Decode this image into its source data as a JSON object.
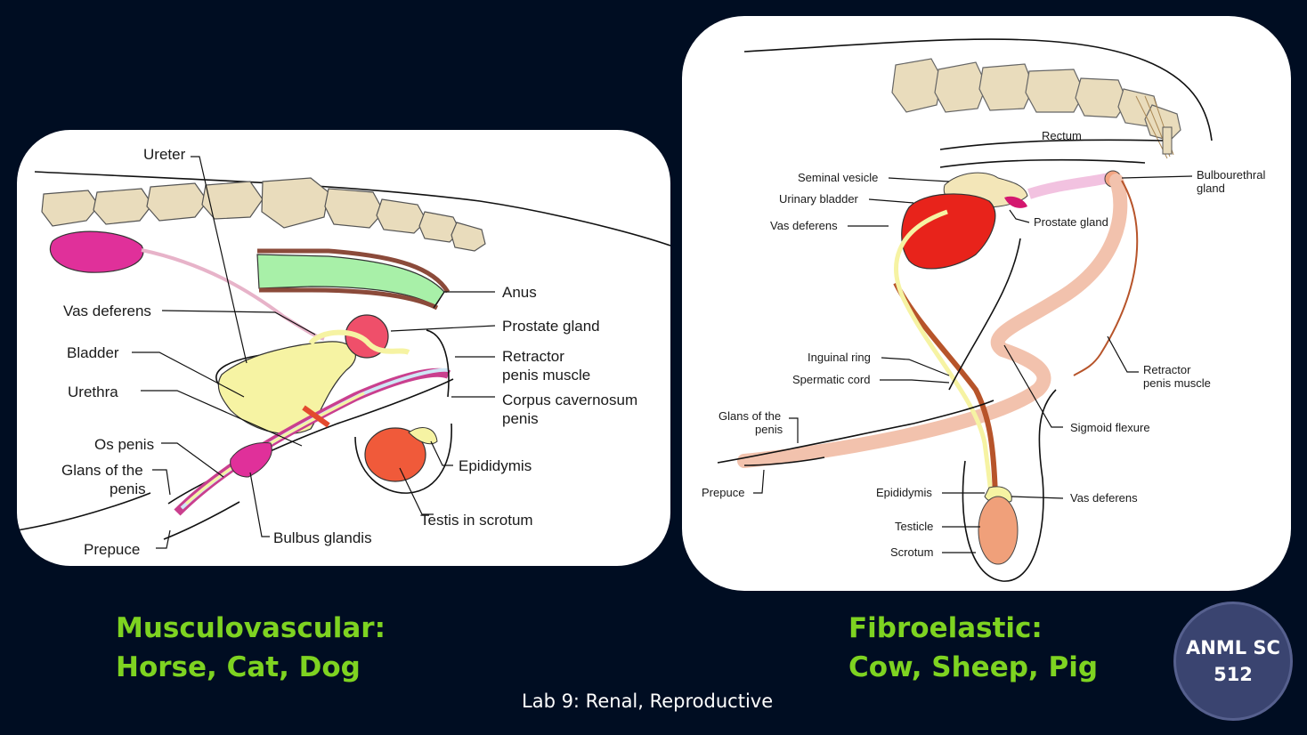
{
  "left_diagram": {
    "labels": {
      "ureter": "Ureter",
      "vas_deferens": "Vas deferens",
      "bladder": "Bladder",
      "urethra": "Urethra",
      "os_penis": "Os penis",
      "glans_1": "Glans of the",
      "glans_2": "penis",
      "prepuce": "Prepuce",
      "bulbus_glandis": "Bulbus glandis",
      "anus": "Anus",
      "prostate_gland": "Prostate gland",
      "retractor_1": "Retractor",
      "retractor_2": "penis muscle",
      "corpus_1": "Corpus cavernosum",
      "corpus_2": "penis",
      "epididymis": "Epididymis",
      "testis": "Testis in scrotum"
    }
  },
  "right_diagram": {
    "labels": {
      "rectum": "Rectum",
      "seminal_vesicle": "Seminal vesicle",
      "urinary_bladder": "Urinary bladder",
      "vas_deferens": "Vas deferens",
      "prostate_gland": "Prostate gland",
      "bulbourethral_1": "Bulbourethral",
      "bulbourethral_2": "gland",
      "inguinal_ring": "Inguinal ring",
      "spermatic_cord": "Spermatic cord",
      "retractor_1": "Retractor",
      "retractor_2": "penis muscle",
      "glans_1": "Glans of the",
      "glans_2": "penis",
      "sigmoid_flexure": "Sigmoid flexure",
      "prepuce": "Prepuce",
      "epididymis": "Epididymis",
      "vas_deferens_lower": "Vas deferens",
      "testicle": "Testicle",
      "scrotum": "Scrotum"
    }
  },
  "captions": {
    "left_line1": "Musculovascular:",
    "left_line2": "Horse, Cat, Dog",
    "right_line1": "Fibroelastic:",
    "right_line2": "Cow, Sheep, Pig"
  },
  "footer": "Lab 9: Renal, Reproductive",
  "badge": {
    "line1": "ANML SC",
    "line2": "512"
  },
  "colors": {
    "background": "#000d22",
    "caption": "#7ed321",
    "badge": "#3a4470",
    "bone": "#e9dcbc",
    "bladder": "#f6f3a3",
    "kidney": "#e0309a",
    "rectum": "#a8f0a8",
    "prostate": "#ef4f6a",
    "testis": "#f05a3a",
    "urinary_bladder": "#e8231b",
    "penis_pink": "#f2c2ad"
  }
}
